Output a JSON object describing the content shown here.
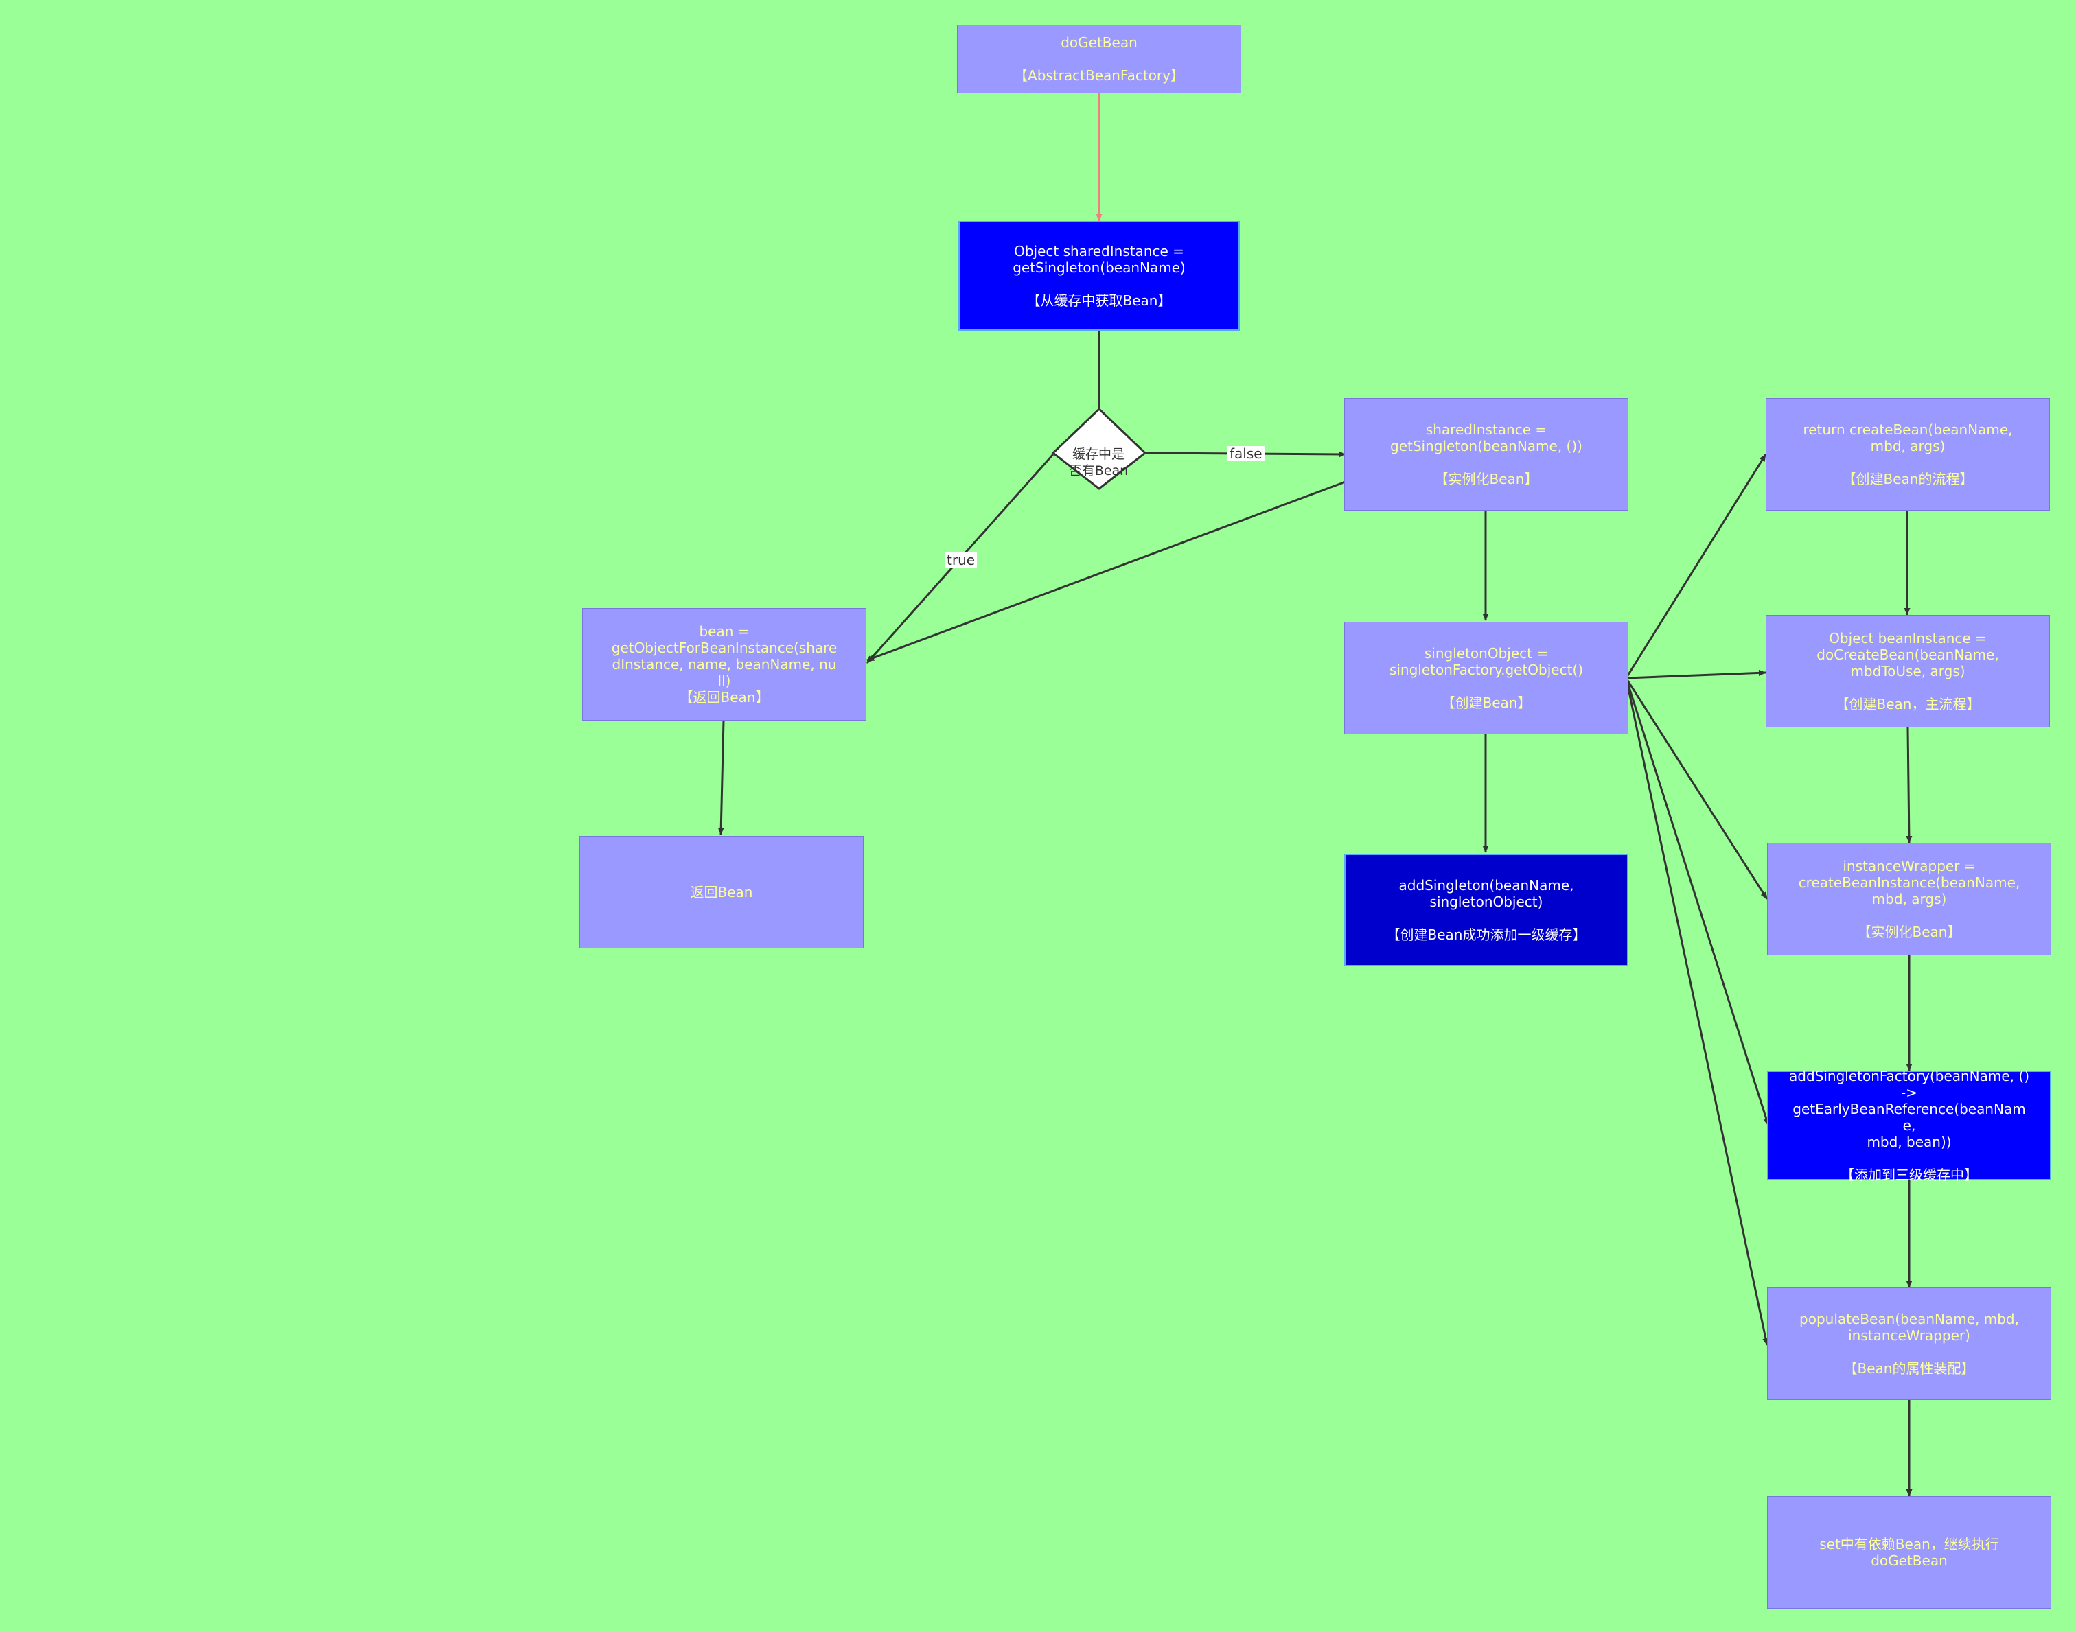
{
  "nodes": {
    "do_get_bean": {
      "title": "doGetBean",
      "subtitle": "【AbstractBeanFactory】"
    },
    "get_singleton_cache": {
      "title": "Object sharedInstance =\ngetSingleton(beanName)",
      "subtitle": "【从缓存中获取Bean】"
    },
    "cache_check": {
      "label": "缓存中是\n否有Bean"
    },
    "get_object_for_bean_instance": {
      "title": "bean =\ngetObjectForBeanInstance(sharedInstance, name, beanName, null)",
      "subtitle": "【返回Bean】"
    },
    "return_bean": {
      "title": "返回Bean"
    },
    "get_singleton_factory": {
      "title": "sharedInstance =\ngetSingleton(beanName, ())",
      "subtitle": "【实例化Bean】"
    },
    "singleton_factory_get_object": {
      "title": "singletonObject =\nsingletonFactory.getObject()",
      "subtitle": "【创建Bean】"
    },
    "add_singleton": {
      "title": "addSingleton(beanName,\nsingletonObject)",
      "subtitle": "【创建Bean成功添加一级缓存】"
    },
    "return_create_bean": {
      "title": "return createBean(beanName,\nmbd, args)",
      "subtitle": "【创建Bean的流程】"
    },
    "do_create_bean": {
      "title": "Object beanInstance =\ndoCreateBean(beanName,\nmbdToUse, args)",
      "subtitle": "【创建Bean，主流程】"
    },
    "create_bean_instance": {
      "title": "instanceWrapper =\ncreateBeanInstance(beanName,\nmbd, args)",
      "subtitle": "【实例化Bean】"
    },
    "add_singleton_factory": {
      "title": "addSingletonFactory(beanName, ()\n->\ngetEarlyBeanReference(beanName,\nmbd, bean))",
      "subtitle": "【添加到三级缓存中】"
    },
    "populate_bean": {
      "title": "populateBean(beanName, mbd,\ninstanceWrapper)",
      "subtitle": "【Bean的属性装配】"
    },
    "set_dependency": {
      "title": "set中有依赖Bean，继续执行\ndoGetBean"
    }
  },
  "edge_labels": {
    "false": "false",
    "true": "true"
  },
  "colors": {
    "background": "#9bff98",
    "node_light": "#9999ff",
    "node_blue": "#0000ff",
    "node_dark_blue": "#0000cc",
    "node_light_text": "#ffff99",
    "edge": "#333333",
    "edge_first": "#f08080"
  }
}
